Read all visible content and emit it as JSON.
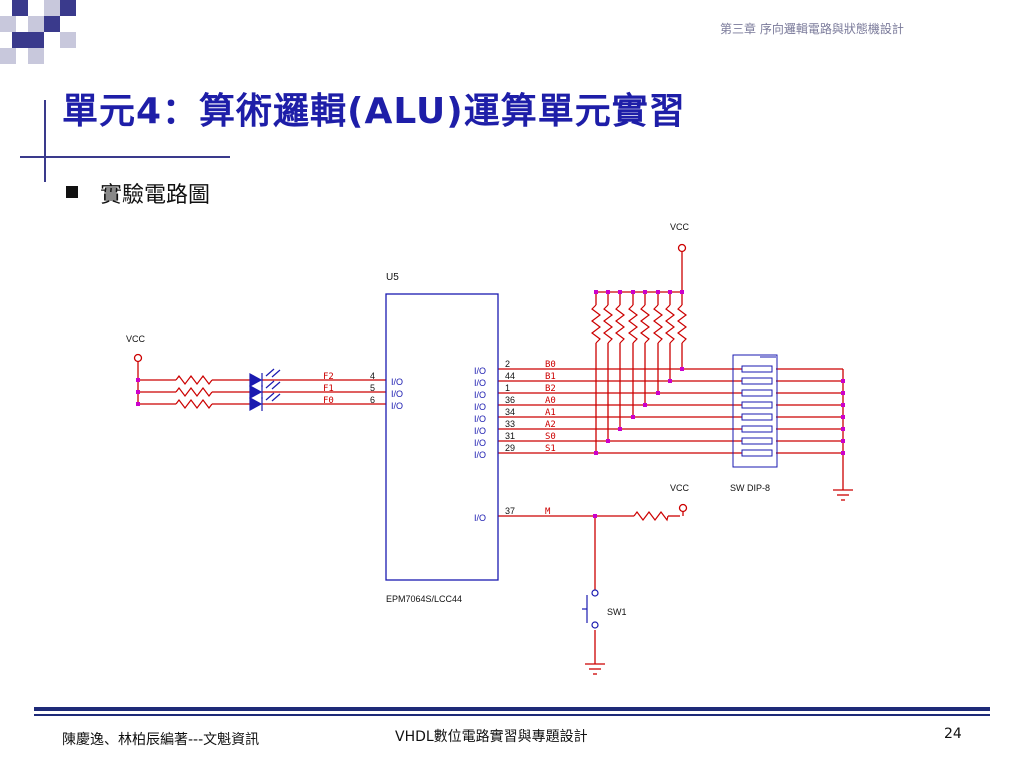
{
  "header": {
    "chapter": "第三章 序向邏輯電路與狀態機設計",
    "title": "單元4：算術邏輯(ALU)運算單元實習"
  },
  "bullet": {
    "text": "實驗電路圖"
  },
  "circuit": {
    "chip_ref": "U5",
    "chip_part": "EPM7064S/LCC44",
    "vcc_led": "VCC",
    "vcc_top": "VCC",
    "vcc_mode": "VCC",
    "switch_label": "SW1",
    "dip_label": "SW DIP-8",
    "io": "I/O",
    "left_pins": [
      {
        "signal": "F2",
        "pin": "4"
      },
      {
        "signal": "F1",
        "pin": "5"
      },
      {
        "signal": "F0",
        "pin": "6"
      }
    ],
    "right_pins": [
      {
        "pin": "2",
        "signal": "B0"
      },
      {
        "pin": "44",
        "signal": "B1"
      },
      {
        "pin": "1",
        "signal": "B2"
      },
      {
        "pin": "36",
        "signal": "A0"
      },
      {
        "pin": "34",
        "signal": "A1"
      },
      {
        "pin": "33",
        "signal": "A2"
      },
      {
        "pin": "31",
        "signal": "S0"
      },
      {
        "pin": "29",
        "signal": "S1"
      }
    ],
    "mode_pin": {
      "pin": "37",
      "signal": "M"
    }
  },
  "footer": {
    "authors": "陳慶逸、林柏辰編著---文魁資訊",
    "book": "VHDL數位電路實習與專題設計",
    "page": "24"
  },
  "colors": {
    "title": "#1e1ea8",
    "wire": "#cc0000",
    "component": "#1a1ab0",
    "node": "#cc00cc"
  }
}
